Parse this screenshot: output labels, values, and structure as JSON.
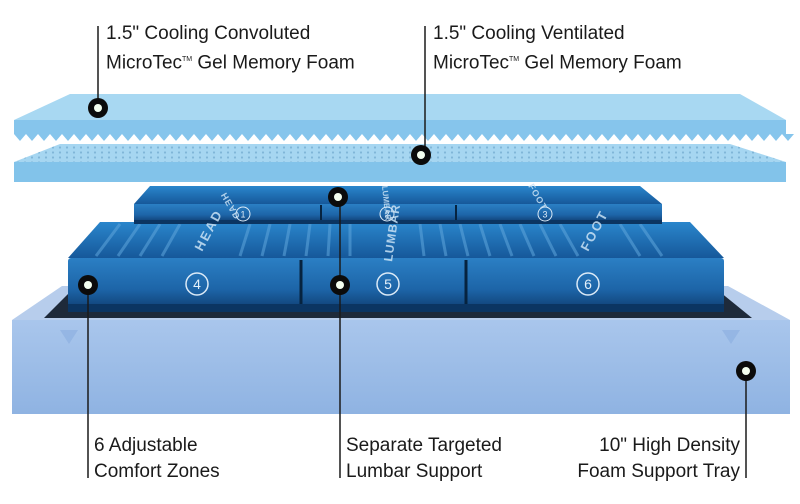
{
  "callouts": {
    "convoluted": {
      "line1": "1.5\" Cooling Convoluted",
      "line2_a": "MicroTec",
      "line2_tm": "TM",
      "line2_b": " Gel Memory Foam"
    },
    "ventilated": {
      "line1": "1.5\" Cooling Ventilated",
      "line2_a": "MicroTec",
      "line2_tm": "TM",
      "line2_b": " Gel Memory Foam"
    },
    "zones": {
      "line1": "6 Adjustable",
      "line2": "Comfort Zones"
    },
    "lumbar": {
      "line1": "Separate Targeted",
      "line2": "Lumbar Support"
    },
    "tray": {
      "line1": "10\" High Density",
      "line2": "Foam Support Tray"
    }
  },
  "chambers": {
    "upper": [
      "1",
      "2",
      "3"
    ],
    "lower": [
      "4",
      "5",
      "6"
    ],
    "words": {
      "head": "HEAD",
      "lumbar": "LUMBAR",
      "foot": "FOOT"
    }
  },
  "colors": {
    "foam_top": "#a8d8f2",
    "foam_side": "#7fc2ea",
    "air_chamber": "#1f6fb5",
    "air_chamber_dark": "#0e3f73",
    "tray_side": "#9bbde6",
    "tray_top": "#b8cfee",
    "callout_dot": "#0b0b0b"
  }
}
